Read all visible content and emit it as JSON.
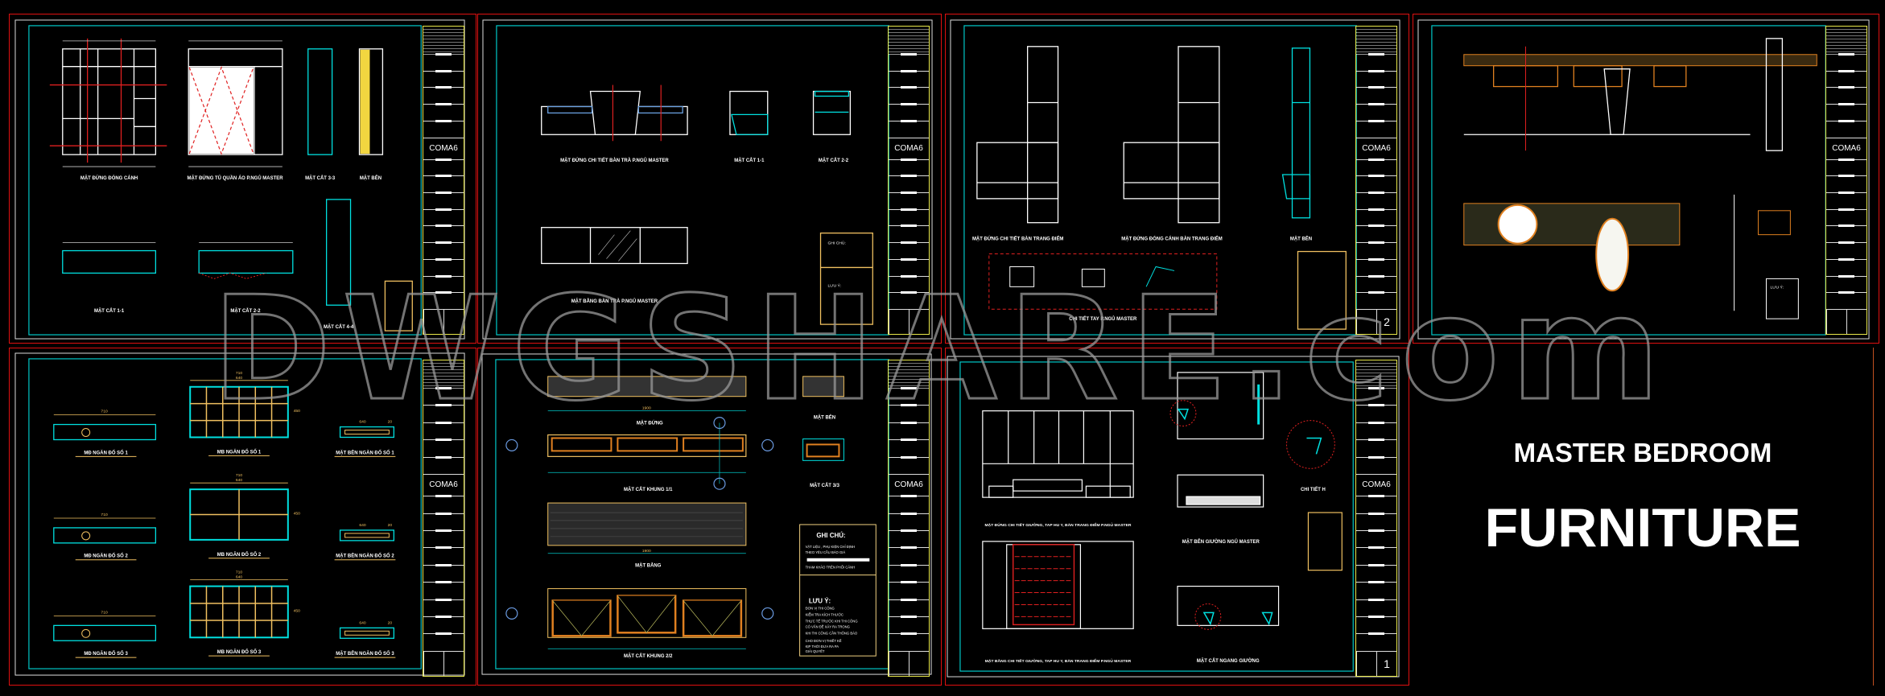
{
  "title": {
    "line1": "MASTER BEDROOM",
    "line2": "FURNITURE"
  },
  "watermark": "DWGSHARE.com",
  "title_block": {
    "company": "COMA6"
  },
  "colors": {
    "background": "#000000",
    "sheet_border": "#e01010",
    "inner_frame": "#00c8c8",
    "title_block": "#e8e84a",
    "wood": "#e08020"
  },
  "sheets": [
    {
      "labels": [
        "MẶT ĐỨNG ĐÓNG CÁNH",
        "MẶT ĐỨNG TỦ QUẦN ÁO P.NGỦ MASTER",
        "MẶT CẮT 3-3",
        "MẶT BÊN",
        "MẶT CẮT 1-1",
        "MẶT CẮT 2-2",
        "MẶT CẮT 4-4"
      ],
      "number": ""
    },
    {
      "labels": [
        "MẶT ĐỨNG CHI TIẾT BÀN TRÀ P.NGỦ MASTER",
        "MẶT CẮT 1-1",
        "MẶT CẮT 2-2",
        "MẶT BẰNG BÀN TRÀ P.NGỦ MASTER"
      ],
      "notes_title": "GHI CHÚ:",
      "warn_title": "LƯU Ý:",
      "number": ""
    },
    {
      "labels": [
        "MẶT ĐỨNG CHI TIẾT BÀN TRANG ĐIỂM",
        "MẶT ĐỨNG ĐÓNG CÁNH BÀN TRANG ĐIỂM",
        "MẶT BÊN",
        "CHI TIẾT TAY P.NGỦ MASTER"
      ],
      "number": "2"
    },
    {
      "labels": [
        "LƯU Ý:"
      ],
      "number": ""
    },
    {
      "labels": [
        "MĐ NGĂN ĐỐ SỐ 1",
        "MB NGĂN ĐỐ SỐ 1",
        "MẶT BÊN NGĂN ĐỐ SỐ 1",
        "MĐ NGĂN ĐỐ SỐ 2",
        "MB NGĂN ĐỐ SỐ 2",
        "MẶT BÊN NGĂN ĐỐ SỐ 2",
        "MĐ NGĂN ĐỐ SỐ 3",
        "MB NGĂN ĐỐ SỐ 3",
        "MẶT BÊN NGĂN ĐỐ SỐ 3"
      ],
      "dims": [
        "710",
        "640",
        "450",
        "20"
      ],
      "number": ""
    },
    {
      "labels": [
        "MẶT ĐỨNG",
        "MẶT BÊN",
        "MẶT CẮT KHUNG 1/1",
        "MẶT CẮT 3/3",
        "MẶT BẰNG",
        "MẶT CẮT KHUNG 2/2"
      ],
      "dims": [
        "1900"
      ],
      "notes_title": "GHI CHÚ:",
      "notes": [
        "VẬT LIỆU , PHỤ KIỆN CHỈ ĐỊNH",
        "THEO YÊU CẦU BÁO GIÁ",
        "THAM KHẢO TRÊN PHỐI CẢNH"
      ],
      "warn_title": "LƯU Ý:",
      "warn": [
        "ĐƠN VỊ THI CÔNG",
        "KIỂM TRA KÍCH THƯỚC",
        "THỰC TẾ TRƯỚC KHI THI CÔNG",
        "CÓ VẤN ĐỀ XẢY RA TRONG",
        "KHI THI CÔNG CẦN THÔNG BÁO",
        "CHO ĐƠN VỊ THIẾT KẾ",
        "KỊP THỜI ĐƯA RA PA",
        "GIẢI QUYẾT"
      ],
      "number": ""
    },
    {
      "labels": [
        "MẶT ĐỨNG CHI TIẾT GIƯỜNG, TAP HU Y, BÀN TRANG ĐIỂM P.NGỦ MASTER",
        "MẶT BÊN GIƯỜNG NGỦ MASTER",
        "CHI TIẾT H",
        "MẶT BẰNG CHI TIẾT GIƯỜNG, TAP HU Y, BÀN TRANG ĐIỂM P.NGỦ MASTER",
        "MẶT CẮT NGANG GIƯỜNG"
      ],
      "number": "1"
    }
  ]
}
